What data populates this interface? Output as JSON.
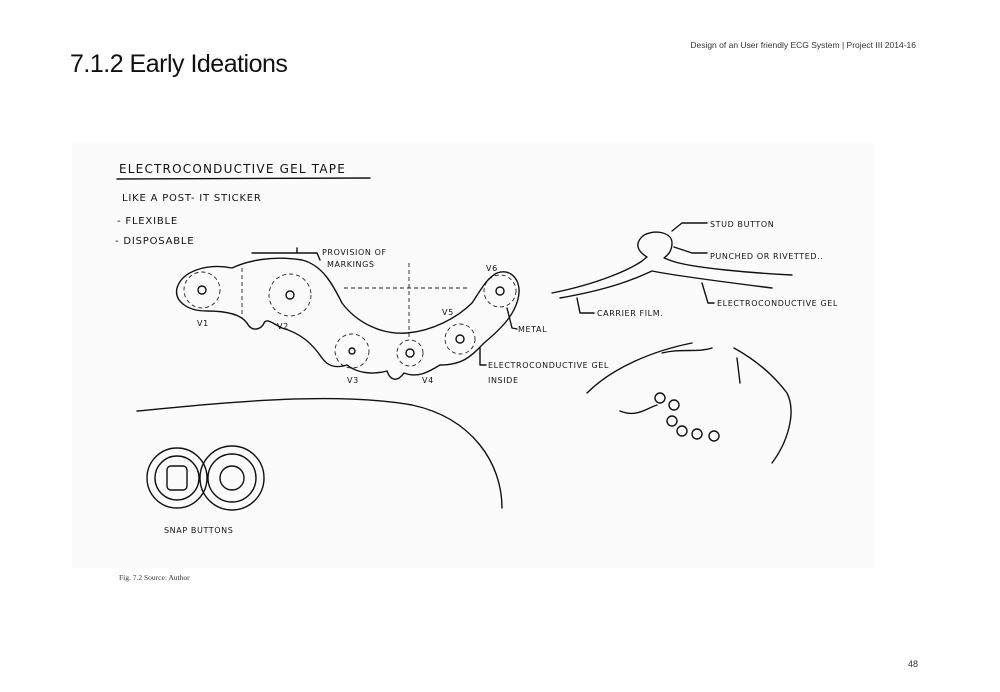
{
  "header": {
    "text": "Design of an User friendly ECG System  |  Project  III  2014-16"
  },
  "title": "7.1.2  Early Ideations",
  "figure": {
    "labels": {
      "heading": "ELECTROCONDUCTIVE  GEL  TAPE",
      "like": "LIKE  A  POST- IT  STICKER",
      "flexible": "- FLEXIBLE",
      "disposable": "- DISPOSABLE",
      "provision1": "PROVISION  OF",
      "provision2": "MARKINGS",
      "v1": "V1",
      "v2": "V2",
      "v3": "V3",
      "v4": "V4",
      "v5": "V5",
      "v6": "V6",
      "metal": "METAL",
      "gel_inside1": "ELECTROCONDUCTIVE  GEL",
      "gel_inside2": "INSIDE",
      "stud": "STUD  BUTTON",
      "punched": "PUNCHED  OR  RIVETTED..",
      "carrier": "CARRIER  FILM.",
      "gel": "ELECTROCONDUCTIVE  GEL",
      "snap": "SNAP  BUTTONS"
    }
  },
  "caption": "Fig. 7.2     Source: Author",
  "page_number": "48"
}
